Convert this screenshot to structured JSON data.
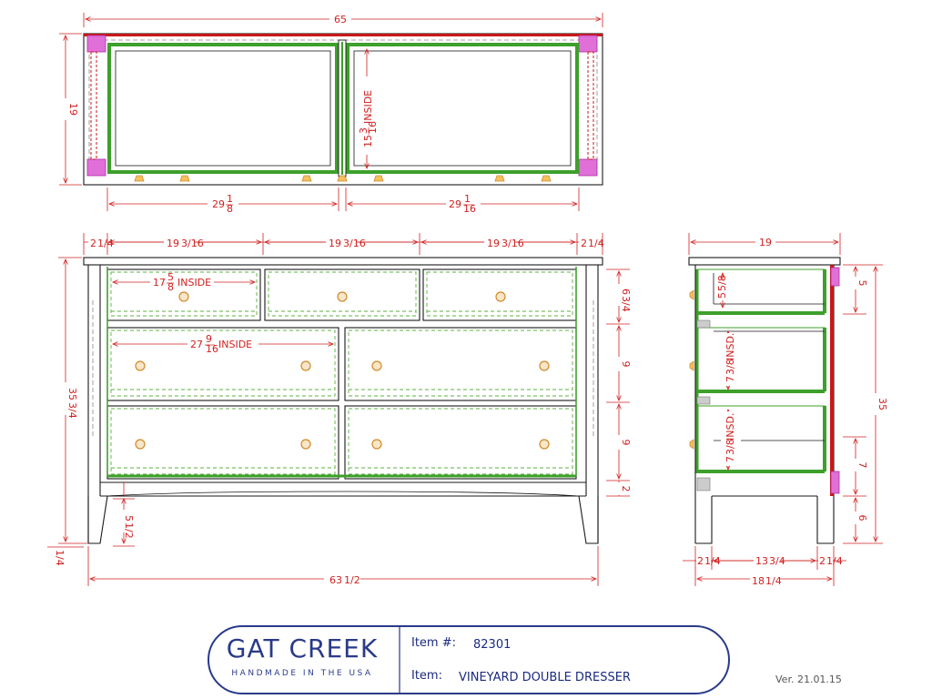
{
  "top_view": {
    "overall_width": "65",
    "depth": "19",
    "left_inside": "29",
    "left_inside_num": "1",
    "left_inside_den": "8",
    "right_inside": "29",
    "right_inside_num": "1",
    "right_inside_den": "16",
    "inside_depth": "15",
    "inside_depth_num": "3",
    "inside_depth_den": "16",
    "inside_label": "INSIDE"
  },
  "front_view": {
    "margin_left": "2",
    "margin_left_frac": "1/4",
    "col_1": "19",
    "col_2": "19",
    "col_3": "19",
    "col_frac": "3/16",
    "margin_right": "2",
    "margin_right_frac": "1/4",
    "height": "35",
    "height_frac": "3/4",
    "top_drawer_inside": "17",
    "top_drawer_inside_num": "5",
    "top_drawer_inside_den": "8",
    "wide_drawer_inside": "27",
    "wide_drawer_inside_num": "9",
    "wide_drawer_inside_den": "16",
    "inside_label": "INSIDE",
    "row_1": "6",
    "row_1_frac": "3/4",
    "row_2": "9",
    "row_3": "9",
    "base": "2",
    "leg_height": "5",
    "leg_height_frac": "1/2",
    "foot": "1/4",
    "overall_width": "63",
    "overall_width_frac": "1/2"
  },
  "side_view": {
    "depth": "19",
    "drawer_1_inside": "5",
    "drawer_1_frac": "5/8",
    "drawer_2_inside": "7",
    "drawer_2_frac": "3/8",
    "drawer_3_inside": "7",
    "drawer_3_frac": "3/8",
    "insd_label": "INSD.",
    "right_1": "5",
    "right_2": "35",
    "right_3": "7",
    "right_4": "6",
    "margin_left": "2",
    "margin_left_frac": "1/4",
    "inner_depth": "13",
    "inner_depth_frac": "3/4",
    "margin_right": "2",
    "margin_right_frac": "1/4",
    "overall_depth": "18",
    "overall_depth_frac": "1/4"
  },
  "title_block": {
    "brand": "GAT CREEK",
    "tagline": "HANDMADE IN THE USA",
    "item_no_label": "Item #:",
    "item_no": "82301",
    "item_label": "Item:",
    "item_name": "VINEYARD DOUBLE DRESSER",
    "version": "Ver. 21.01.15"
  },
  "colors": {
    "dimension": "#d02020",
    "drawer_box": "#3da02a",
    "hardware": "#d08a2a",
    "corner_block": "#e070d8",
    "title_text": "#1a2a80"
  }
}
